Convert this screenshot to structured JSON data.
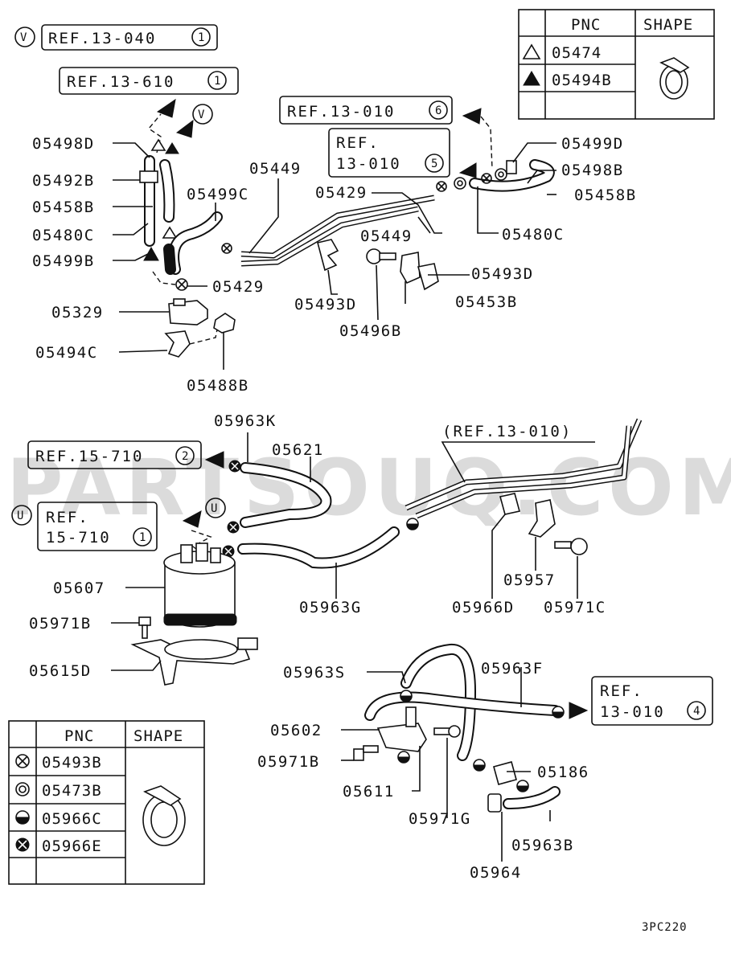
{
  "legend_top": {
    "header_pnc": "PNC",
    "header_shape": "SHAPE",
    "rows": [
      {
        "symbol": "open-triangle-icon",
        "pnc": "05474"
      },
      {
        "symbol": "filled-triangle-icon",
        "pnc": "05494B"
      }
    ]
  },
  "legend_bottom": {
    "header_pnc": "PNC",
    "header_shape": "SHAPE",
    "rows": [
      {
        "symbol": "circle-x-icon",
        "pnc": "05493B"
      },
      {
        "symbol": "double-circle-icon",
        "pnc": "05473B"
      },
      {
        "symbol": "half-filled-circle-icon",
        "pnc": "05966C"
      },
      {
        "symbol": "filled-x-circle-icon",
        "pnc": "05966E"
      }
    ]
  },
  "refs": {
    "ref_13_040": {
      "text": "REF.13-040",
      "num": "1"
    },
    "ref_13_610": {
      "text": "REF.13-610",
      "num": "1"
    },
    "ref_13_010_6": {
      "text": "REF.13-010",
      "num": "6"
    },
    "ref_13_010_5_line1": "REF.",
    "ref_13_010_5_line2": "13-010",
    "ref_13_010_5_num": "5",
    "ref_13_010_paren": "(REF.13-010)",
    "ref_15_710_2": {
      "text": "REF.15-710",
      "num": "2"
    },
    "ref_15_710_1_line1": "REF.",
    "ref_15_710_1_line2": "15-710",
    "ref_15_710_1_num": "1",
    "ref_13_010_4_line1": "REF.",
    "ref_13_010_4_line2": "13-010",
    "ref_13_010_4_num": "4"
  },
  "markers": {
    "v": "V",
    "u": "U"
  },
  "labels": {
    "l05498D_a": "05498D",
    "l05492B": "05492B",
    "l05458B_a": "05458B",
    "l05480C_a": "05480C",
    "l05499B": "05499B",
    "l05499C": "05499C",
    "l05449_a": "05449",
    "l05429_a": "05429",
    "l05449_b": "05449",
    "l05429_b": "05429",
    "l05329": "05329",
    "l05494C": "05494C",
    "l05488B": "05488B",
    "l05493D_a": "05493D",
    "l05496B": "05496B",
    "l05493D_b": "05493D",
    "l05453B": "05453B",
    "l05499D": "05499D",
    "l05498B": "05498B",
    "l05458B_b": "05458B",
    "l05480C_b": "05480C",
    "l05963K": "05963K",
    "l05621": "05621",
    "l05607": "05607",
    "l05971B_a": "05971B",
    "l05615D": "05615D",
    "l05963G": "05963G",
    "l05966D": "05966D",
    "l05957": "05957",
    "l05971C": "05971C",
    "l05963S": "05963S",
    "l05963F": "05963F",
    "l05602": "05602",
    "l05971B_b": "05971B",
    "l05611": "05611",
    "l05971G": "05971G",
    "l05186": "05186",
    "l05963B": "05963B",
    "l05964": "05964"
  },
  "watermark": "PARTSOUQ.COM",
  "diagram_code": "3PC220"
}
